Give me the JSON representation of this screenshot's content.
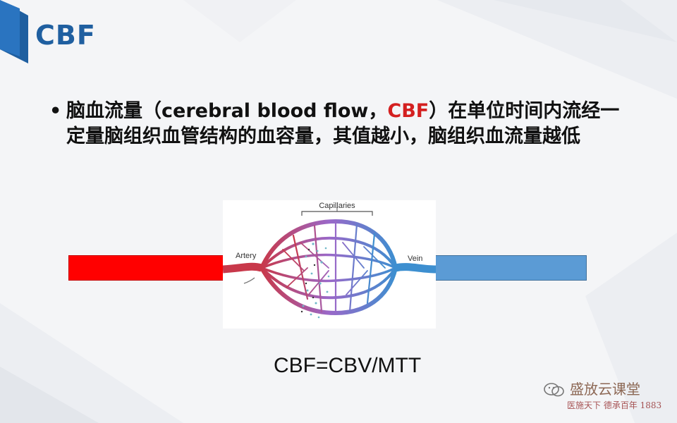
{
  "slide": {
    "title": "CBF",
    "bullet": {
      "marker": "•",
      "text_before": "脑血流量（cerebral blood flow，",
      "highlight": "CBF",
      "text_after": "）在单位时间内流经一定量脑组织血管结构的血容量，其值越小，脑组织血流量越低"
    },
    "diagram": {
      "label_capillaries": "Capillaries",
      "label_artery": "Artery",
      "label_vein": "Vein"
    },
    "formula": "CBF=CBV/MTT"
  },
  "watermark": {
    "text": "盛放云课堂",
    "subtext": "医施天下 德承百年 1883"
  },
  "colors": {
    "title": "#1f5fa0",
    "highlight": "#d42020",
    "artery_bar": "#ff0000",
    "vein_bar": "#5b9bd5"
  }
}
